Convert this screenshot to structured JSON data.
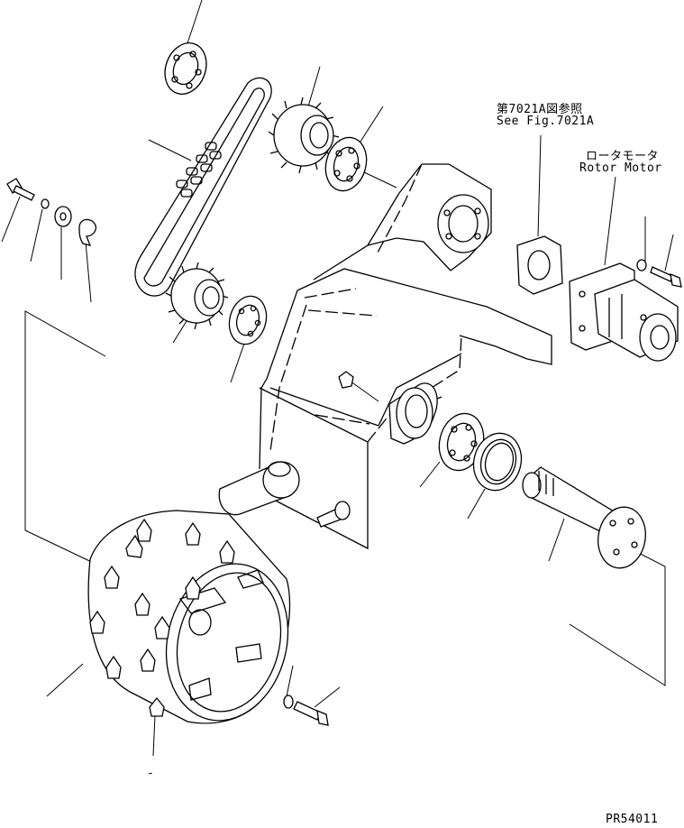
{
  "labels": {
    "see_fig_ja": "第7021A図参照",
    "see_fig_en": "See Fig.7021A",
    "rotor_motor_ja": "ロータモータ",
    "rotor_motor_en": "Rotor Motor",
    "drawing_code": "PR54011",
    "bottom_dash": "-"
  }
}
